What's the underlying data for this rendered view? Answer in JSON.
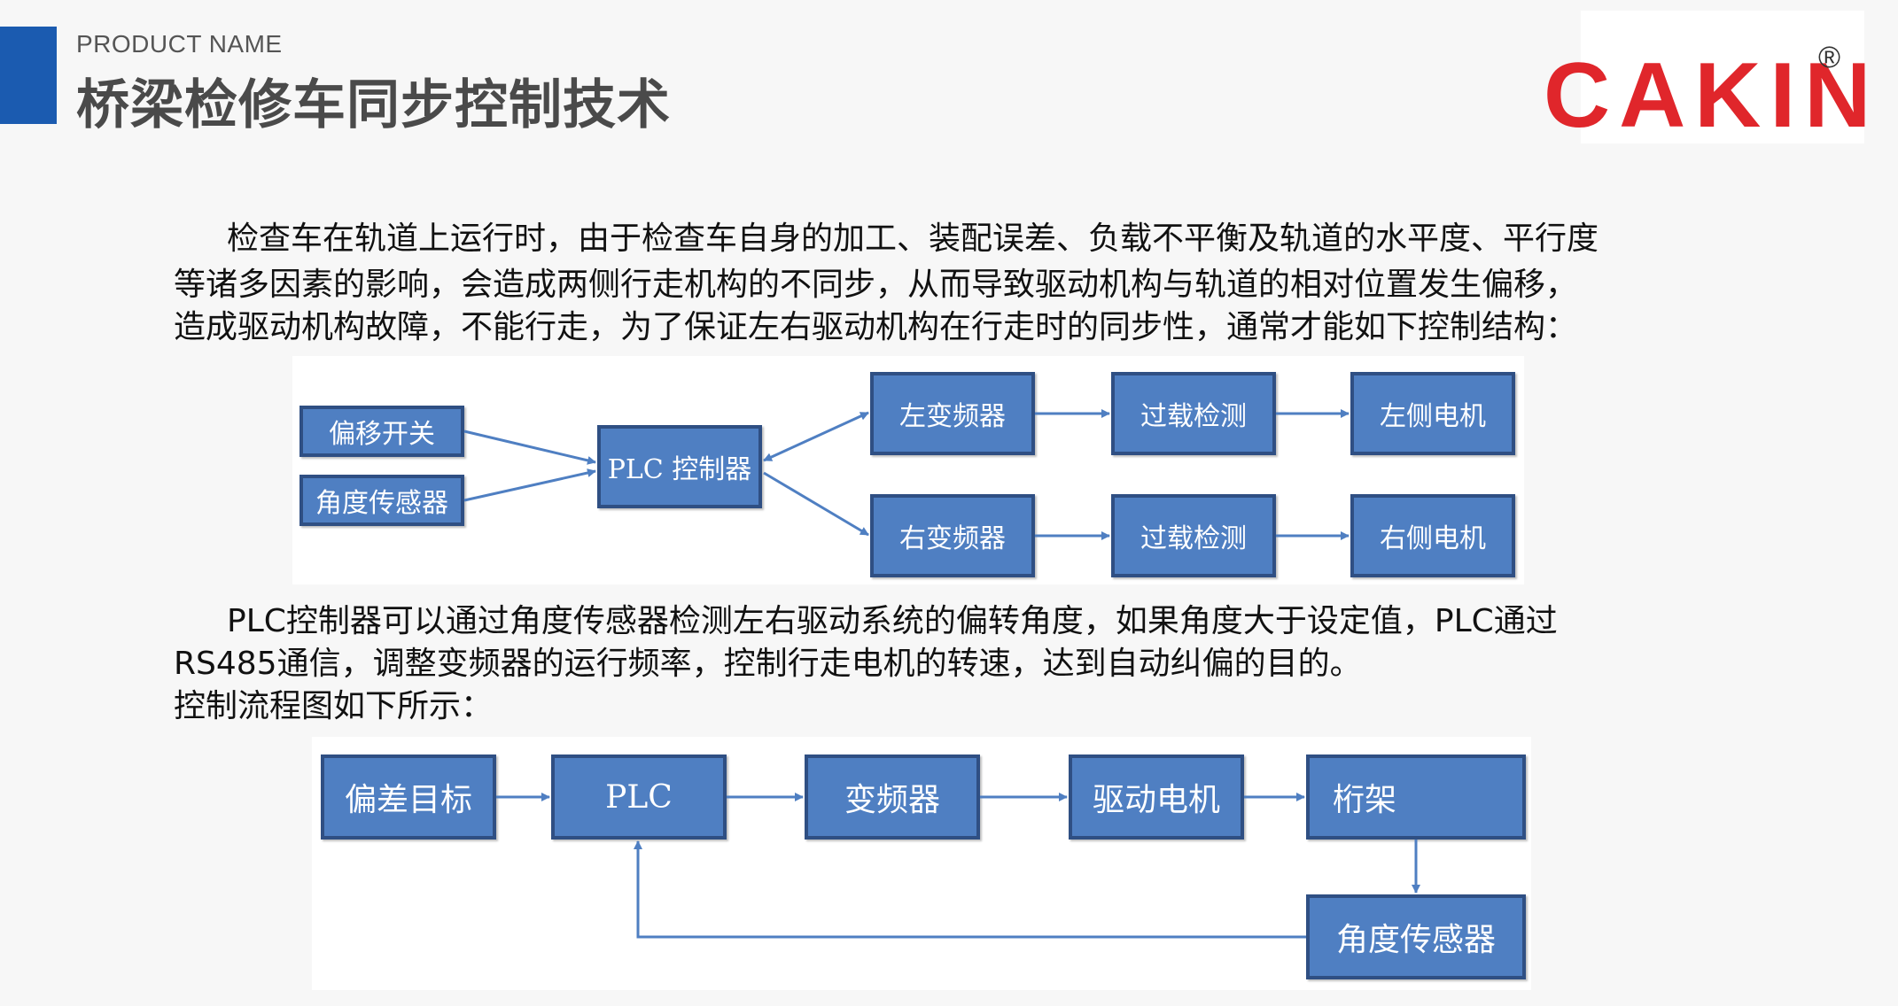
{
  "header": {
    "product_name": "PRODUCT NAME",
    "title": "桥梁检修车同步控制技术"
  },
  "logo": {
    "text": "CAKIN",
    "registered": "®"
  },
  "intro": {
    "line1": "检查车在轨道上运行时，由于检查车自身的加工、装配误差、负载不平衡及轨道的水平度、平行度",
    "line2": "等诸多因素的影响，会造成两侧行走机构的不同步，从而导致驱动机构与轨道的相对位置发生偏移，",
    "line3": "造成驱动机构故障，不能行走，为了保证左右驱动机构在行走时的同步性，通常才能如下控制结构："
  },
  "diagram1": {
    "offset_switch": "偏移开关",
    "angle_sensor": "角度传感器",
    "plc": "PLC 控制器",
    "left_inverter": "左变频器",
    "right_inverter": "右变频器",
    "overload_left": "过载检测",
    "overload_right": "过载检测",
    "left_motor": "左侧电机",
    "right_motor": "右侧电机"
  },
  "explain": {
    "line1": "PLC控制器可以通过角度传感器检测左右驱动系统的偏转角度，如果角度大于设定值，PLC通过",
    "line2": "RS485通信，调整变频器的运行频率，控制行走电机的转速，达到自动纠偏的目的。",
    "line3": "控制流程图如下所示："
  },
  "diagram2": {
    "target": "偏差目标",
    "plc": "PLC",
    "inverter": "变频器",
    "motor": "驱动电机",
    "truss": "桁架",
    "sensor": "角度传感器"
  },
  "colors": {
    "accent": "#1b5bb0",
    "logo": "#e0262b",
    "box_fill": "#4f7fc2",
    "box_border": "#2f4f83"
  }
}
